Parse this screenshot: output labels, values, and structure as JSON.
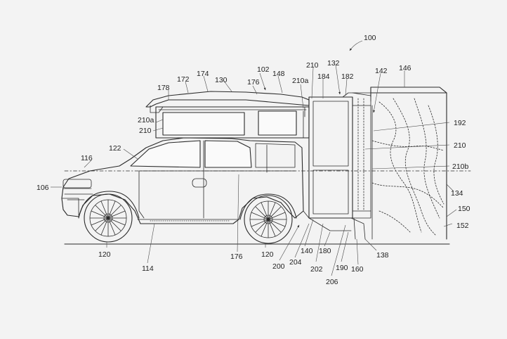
{
  "figure": {
    "labels": {
      "l100": "100",
      "l102": "102",
      "l106": "106",
      "l114": "114",
      "l116": "116",
      "l120a": "120",
      "l120b": "120",
      "l122": "122",
      "l130": "130",
      "l132": "132",
      "l134": "134",
      "l138": "138",
      "l140": "140",
      "l142": "142",
      "l146": "146",
      "l148": "148",
      "l150": "150",
      "l152": "152",
      "l160": "160",
      "l172": "172",
      "l174": "174",
      "l176a": "176",
      "l176b": "176",
      "l178": "178",
      "l180": "180",
      "l182": "182",
      "l184": "184",
      "l190": "190",
      "l192": "192",
      "l200": "200",
      "l202": "202",
      "l204": "204",
      "l206": "206",
      "l210a_top": "210",
      "l210a_left": "210a",
      "l210_left": "210",
      "l210a_mid": "210a",
      "l210_right": "210",
      "l210b": "210b"
    },
    "colors": {
      "background": "#f3f3f3",
      "line": "#2a2a2a"
    }
  }
}
